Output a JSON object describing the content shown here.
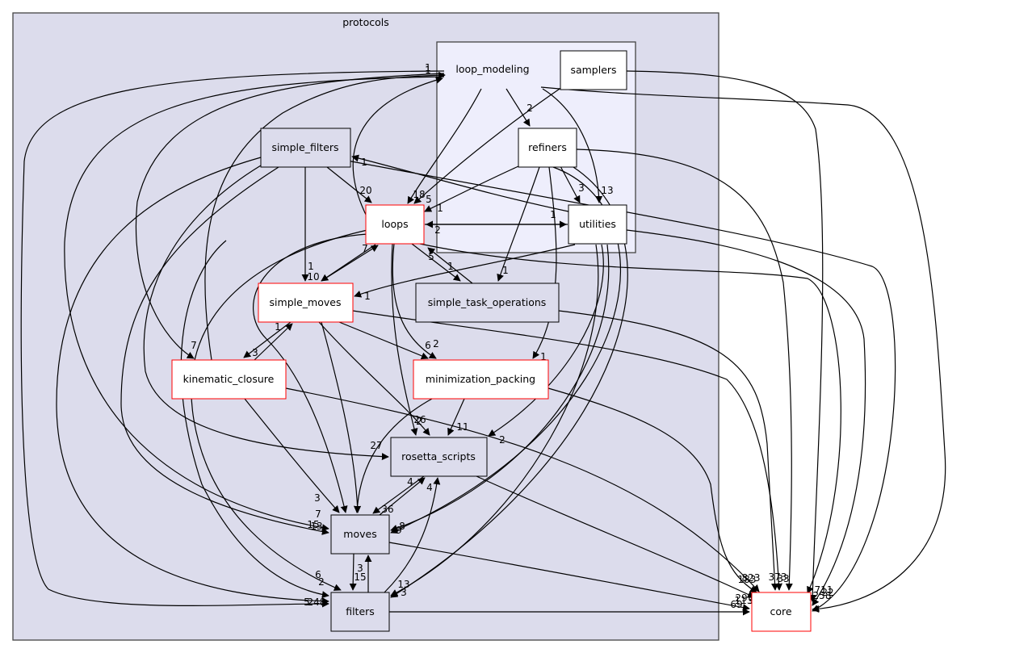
{
  "diagram": {
    "type": "directory-dependency-graph",
    "clusters": [
      {
        "id": "protocols",
        "label": "protocols",
        "fill": "#dcdcec"
      },
      {
        "id": "loop_modeling",
        "label": "loop_modeling",
        "fill": "#eeeefc"
      }
    ],
    "nodes": [
      {
        "id": "samplers",
        "label": "samplers",
        "border": "#000000",
        "fill": "#ffffff"
      },
      {
        "id": "refiners",
        "label": "refiners",
        "border": "#000000",
        "fill": "#ffffff"
      },
      {
        "id": "utilities",
        "label": "utilities",
        "border": "#000000",
        "fill": "#ffffff"
      },
      {
        "id": "simple_filters",
        "label": "simple_filters",
        "border": "#000000",
        "fill": "#dcdcec"
      },
      {
        "id": "loops",
        "label": "loops",
        "border": "#ff0000",
        "fill": "#ffffff"
      },
      {
        "id": "simple_moves",
        "label": "simple_moves",
        "border": "#ff0000",
        "fill": "#ffffff"
      },
      {
        "id": "simple_task_operations",
        "label": "simple_task_operations",
        "border": "#000000",
        "fill": "#dcdcec"
      },
      {
        "id": "kinematic_closure",
        "label": "kinematic_closure",
        "border": "#ff0000",
        "fill": "#ffffff"
      },
      {
        "id": "minimization_packing",
        "label": "minimization_packing",
        "border": "#ff0000",
        "fill": "#ffffff"
      },
      {
        "id": "rosetta_scripts",
        "label": "rosetta_scripts",
        "border": "#000000",
        "fill": "#dcdcec"
      },
      {
        "id": "moves",
        "label": "moves",
        "border": "#000000",
        "fill": "#dcdcec"
      },
      {
        "id": "filters",
        "label": "filters",
        "border": "#000000",
        "fill": "#dcdcec"
      },
      {
        "id": "core",
        "label": "core",
        "border": "#ff0000",
        "fill": "#ffffff"
      }
    ],
    "edges": [
      {
        "from": "loop_modeling",
        "to": "refiners",
        "label": "2"
      },
      {
        "from": "loop_modeling",
        "to": "loops",
        "label": "18"
      },
      {
        "from": "loop_modeling",
        "to": "utilities",
        "label": "13"
      },
      {
        "from": "samplers",
        "to": "loops",
        "label": "5"
      },
      {
        "from": "samplers",
        "to": "core",
        "label": "85"
      },
      {
        "from": "refiners",
        "to": "loops",
        "label": "1"
      },
      {
        "from": "refiners",
        "to": "utilities",
        "label": "3"
      },
      {
        "from": "refiners",
        "to": "core",
        "label": "23"
      },
      {
        "from": "refiners",
        "to": "simple_task_operations",
        "label": "1"
      },
      {
        "from": "refiners",
        "to": "minimization_packing",
        "label": "1"
      },
      {
        "from": "utilities",
        "to": "loops",
        "label": "2"
      },
      {
        "from": "utilities",
        "to": "simple_filters",
        "label": "1"
      },
      {
        "from": "utilities",
        "to": "simple_moves",
        "label": "1"
      },
      {
        "from": "utilities",
        "to": "rosetta_scripts",
        "label": "2"
      },
      {
        "from": "utilities",
        "to": "core",
        "label": "711"
      },
      {
        "from": "loops",
        "to": "utilities",
        "label": "1"
      },
      {
        "from": "loops",
        "to": "simple_moves",
        "label": "10"
      },
      {
        "from": "loops",
        "to": "simple_task_operations",
        "label": "1"
      },
      {
        "from": "loops",
        "to": "minimization_packing",
        "label": "2"
      },
      {
        "from": "loops",
        "to": "rosetta_scripts",
        "label": "26"
      },
      {
        "from": "loops",
        "to": "core",
        "label": "963"
      },
      {
        "from": "simple_filters",
        "to": "loops",
        "label": "20"
      },
      {
        "from": "simple_filters",
        "to": "simple_moves",
        "label": "1"
      },
      {
        "from": "simple_filters",
        "to": "core",
        "label": "258"
      },
      {
        "from": "simple_moves",
        "to": "loops",
        "label": "7"
      },
      {
        "from": "simple_moves",
        "to": "kinematic_closure",
        "label": "3"
      },
      {
        "from": "simple_moves",
        "to": "minimization_packing",
        "label": "6"
      },
      {
        "from": "simple_moves",
        "to": "rosetta_scripts",
        "label": "2"
      },
      {
        "from": "simple_moves",
        "to": "moves",
        "label": "246"
      },
      {
        "from": "simple_moves",
        "to": "core",
        "label": "373"
      },
      {
        "from": "simple_task_operations",
        "to": "loops",
        "label": "5"
      },
      {
        "from": "simple_task_operations",
        "to": "core",
        "label": "33"
      },
      {
        "from": "kinematic_closure",
        "to": "simple_moves",
        "label": "1"
      },
      {
        "from": "kinematic_closure",
        "to": "loop_modeling",
        "label": "1"
      },
      {
        "from": "kinematic_closure",
        "to": "moves",
        "label": "3"
      },
      {
        "from": "kinematic_closure",
        "to": "core",
        "label": "823"
      },
      {
        "from": "minimization_packing",
        "to": "rosetta_scripts",
        "label": "11"
      },
      {
        "from": "minimization_packing",
        "to": "core",
        "label": "183"
      },
      {
        "from": "minimization_packing",
        "to": "moves",
        "label": "28"
      },
      {
        "from": "rosetta_scripts",
        "to": "moves",
        "label": "36"
      },
      {
        "from": "rosetta_scripts",
        "to": "core",
        "label": "113"
      },
      {
        "from": "moves",
        "to": "rosetta_scripts",
        "label": "4"
      },
      {
        "from": "moves",
        "to": "filters",
        "label": "15"
      },
      {
        "from": "moves",
        "to": "core",
        "label": "29"
      },
      {
        "from": "filters",
        "to": "moves",
        "label": "3"
      },
      {
        "from": "filters",
        "to": "rosetta_scripts",
        "label": "4"
      },
      {
        "from": "filters",
        "to": "core",
        "label": "69"
      },
      {
        "from": "loops",
        "to": "filters",
        "label": "6"
      },
      {
        "from": "loops",
        "to": "moves",
        "label": "7"
      },
      {
        "from": "simple_filters",
        "to": "filters",
        "label": "248"
      },
      {
        "from": "simple_filters",
        "to": "moves",
        "label": "13"
      },
      {
        "from": "simple_filters",
        "to": "rosetta_scripts",
        "label": "27"
      },
      {
        "from": "kinematic_closure",
        "to": "filters",
        "label": "2"
      },
      {
        "from": "loop_modeling",
        "to": "filters",
        "label": "5"
      },
      {
        "from": "loop_modeling",
        "to": "kinematic_closure",
        "label": "7"
      },
      {
        "from": "loop_modeling",
        "to": "moves",
        "label": "15"
      },
      {
        "from": "utilities",
        "to": "moves",
        "label": "9"
      },
      {
        "from": "utilities",
        "to": "filters",
        "label": "3"
      },
      {
        "from": "refiners",
        "to": "moves",
        "label": "8"
      },
      {
        "from": "refiners",
        "to": "filters",
        "label": "13"
      },
      {
        "from": "loop_modeling",
        "to": "core",
        "label": "22"
      },
      {
        "from": "loops",
        "to": "loop_modeling",
        "label": "1"
      }
    ]
  }
}
